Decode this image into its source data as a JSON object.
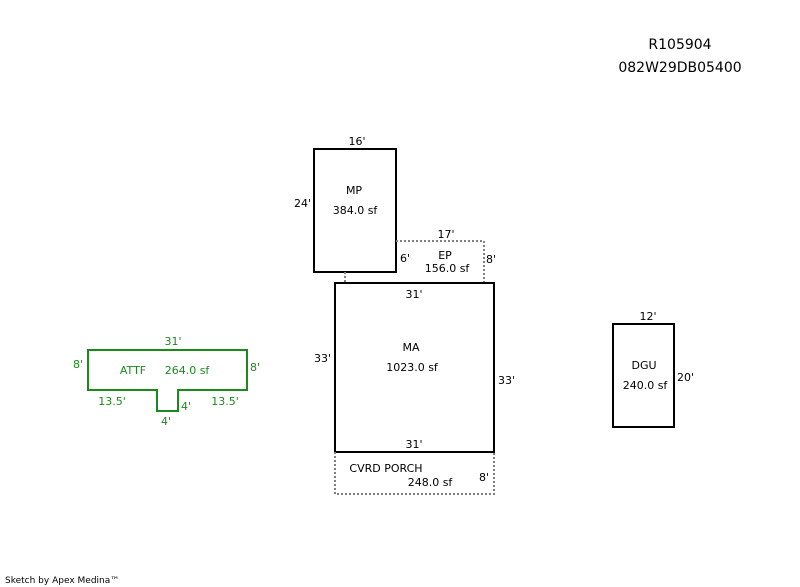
{
  "header": {
    "account": "R105904",
    "parcel": "082W29DB05400"
  },
  "credit": "Sketch by Apex Medina™",
  "colors": {
    "structure": "#000000",
    "detached": "#1a8a1a",
    "dotted": "#808080"
  },
  "areas": {
    "mp": {
      "label": "MP",
      "area": "384.0 sf",
      "top": "16'",
      "left": "24'"
    },
    "ep": {
      "label": "EP",
      "area": "156.0 sf",
      "top": "17'",
      "left": "6'",
      "right": "8'"
    },
    "ma": {
      "label": "MA",
      "area": "1023.0 sf",
      "top": "31'",
      "bottom": "31'",
      "left": "33'",
      "right": "33'"
    },
    "porch": {
      "label": "CVRD PORCH",
      "area": "248.0 sf",
      "right": "8'"
    },
    "dgu": {
      "label": "DGU",
      "area": "240.0 sf",
      "top": "12'",
      "right": "20'"
    },
    "attf": {
      "label": "ATTF",
      "area": "264.0 sf",
      "top": "31'",
      "left": "8'",
      "right": "8'",
      "bottom_left": "13.5'",
      "bottom_right": "13.5'",
      "notch_side": "4'",
      "notch_bottom": "4'"
    }
  }
}
